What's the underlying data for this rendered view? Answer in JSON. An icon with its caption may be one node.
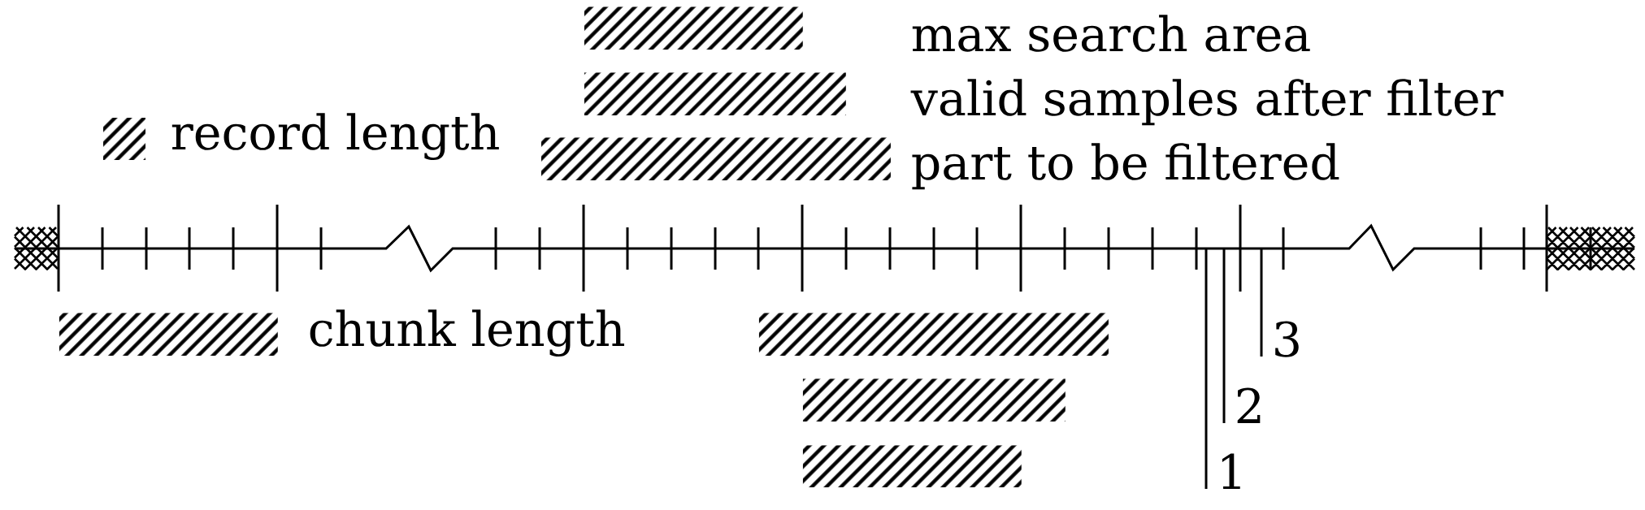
{
  "diagram": {
    "nodes": [
      {
        "text": [],
        "shape": "bar"
      },
      {
        "text": [],
        "shape": "bar"
      },
      {
        "text": [],
        "shape": "bar"
      },
      {
        "text": [],
        "shape": "bar",
        "beside": [
          "chunk length"
        ]
      },
      {
        "text": [],
        "shape": "bar"
      },
      {
        "text": [],
        "shape": "bar"
      },
      {
        "text": [],
        "shape": "bar"
      },
      {
        "text": [
          "1"
        ]
      },
      {
        "text": [
          "2"
        ]
      },
      {
        "text": [
          "3"
        ]
      }
    ],
    "edges": [
      {
        "from": 7,
        "to": null,
        "arrow": "none"
      },
      {
        "from": 8,
        "to": null,
        "arrow": "none"
      },
      {
        "from": 9,
        "to": null,
        "arrow": "none"
      }
    ],
    "labels": [
      "max search area",
      "valid samples after filter",
      "part to be filtered"
    ],
    "legend": [
      {
        "text": "record length"
      }
    ]
  }
}
